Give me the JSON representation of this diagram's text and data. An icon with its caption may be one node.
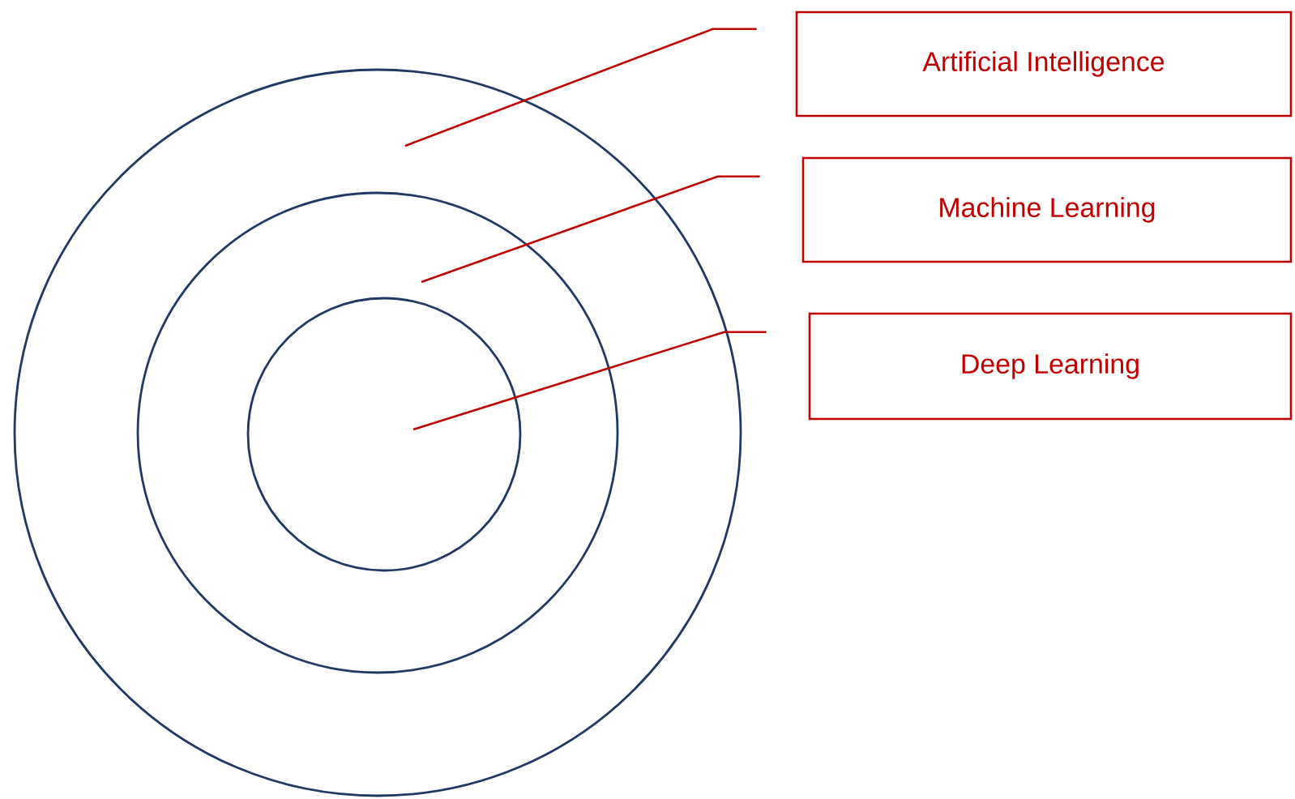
{
  "diagram": {
    "nodes": [
      {
        "text": [],
        "shape": "circle"
      },
      {
        "text": [],
        "shape": "circle",
        "in": 0
      },
      {
        "text": [],
        "shape": "circle",
        "in": 1
      },
      {
        "text": [
          "Artificial Intelligence"
        ]
      },
      {
        "text": [
          "Machine Learning"
        ]
      },
      {
        "text": [
          "Deep Learning"
        ]
      }
    ],
    "edges": [
      {
        "from": 3,
        "to": 0,
        "arrow": "none"
      },
      {
        "from": 4,
        "to": 1,
        "arrow": "none"
      },
      {
        "from": 5,
        "to": 2,
        "arrow": "none"
      }
    ]
  }
}
